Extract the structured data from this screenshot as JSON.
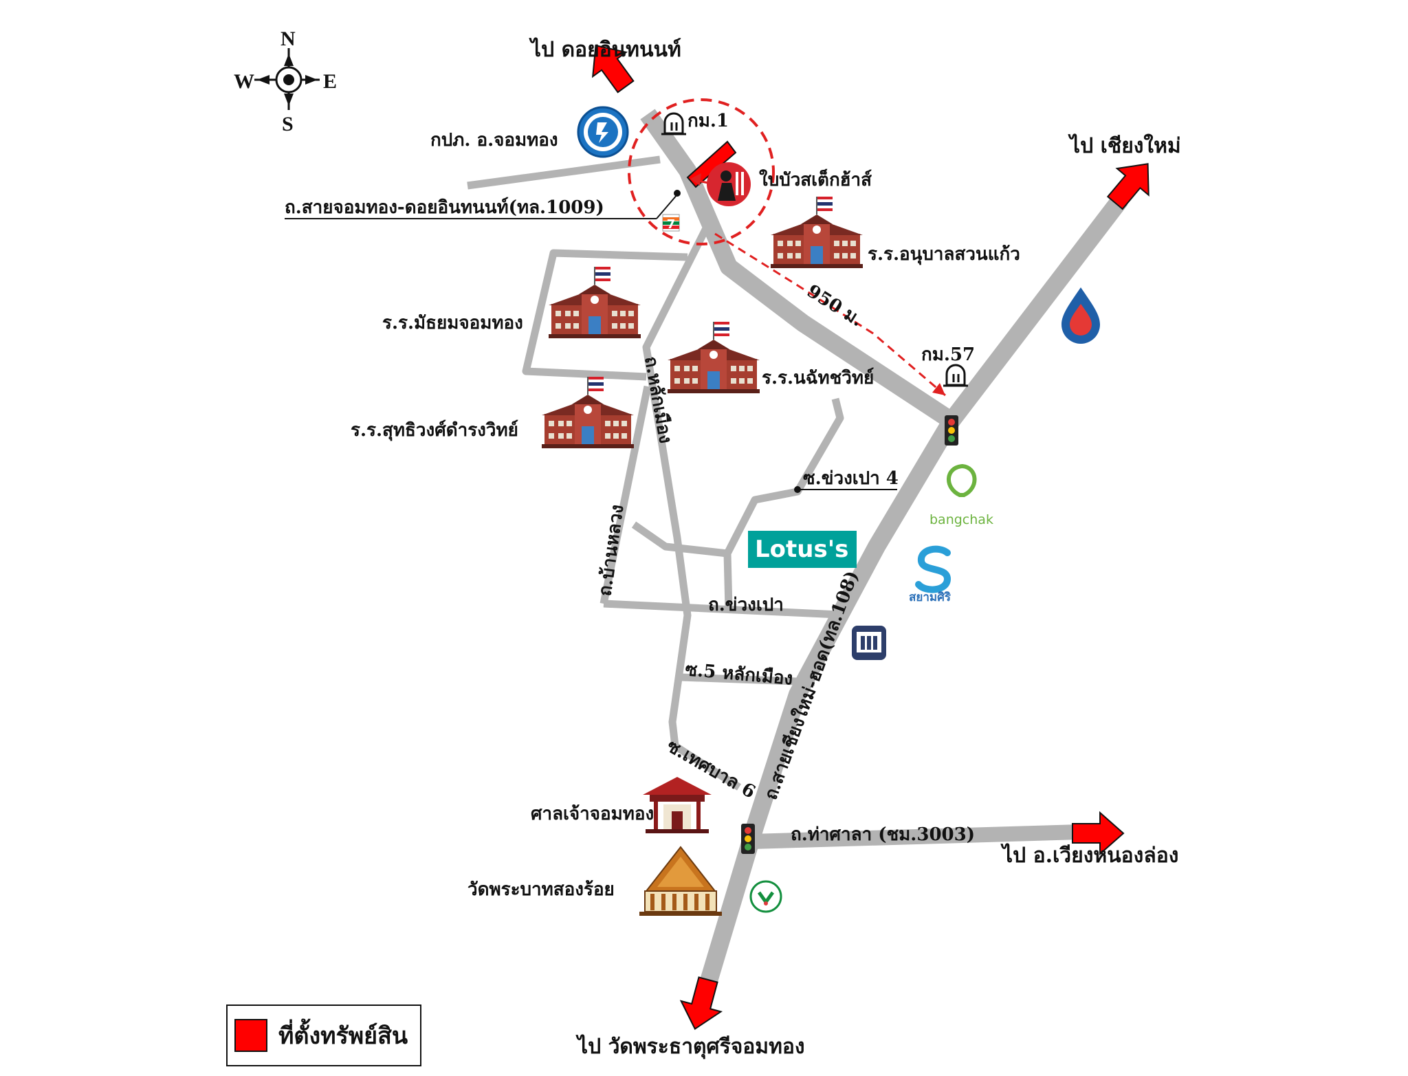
{
  "compass": {
    "north": "N",
    "south": "S",
    "east": "E",
    "west": "W"
  },
  "directions": {
    "doi_inthanon": "ไป ดอยอินทนนท์",
    "chiang_mai": "ไป เชียงใหม่",
    "wiang_nong_long": "ไป อ.เวียงหนองล่อง",
    "wat_phra_that": "ไป วัดพระธาตุศรีจอมทอง"
  },
  "roads": {
    "road_1009": "ถ.สายจอมทอง-ดอยอินทนนท์(ทล.1009)",
    "road_108": "ถ.สายเชียงใหม่-ฮอด(ทล.108)",
    "lak_mueang": "ถ.หลักเมือง",
    "ban_luang": "ถ.บ้านหลวง",
    "khuang_pao": "ถ.ข่วงเปา",
    "soi_khuang_pao_4": "ซ.ข่วงเปา 4",
    "soi_5_lak_mueang": "ซ.5 หลักเมือง",
    "soi_thetsaban_6": "ซ.เทศบาล 6",
    "tha_sala": "ถ.ท่าศาลา (ชม.3003)"
  },
  "markers": {
    "km1": "กม.1",
    "km57": "กม.57",
    "distance": "950 ม."
  },
  "places": {
    "pea": "กปภ. อ.จอมทอง",
    "restaurant": "ใบบัวสเต็กฮ้าส์",
    "school_anuban": "ร.ร.อนุบาลสวนแก้ว",
    "school_mathayom": "ร.ร.มัธยมจอมทอง",
    "school_nantha": "ร.ร.นฉัทชวิทย์",
    "school_suthiwong": "ร.ร.สุทธิวงศ์ดำรงวิทย์",
    "shrine": "ศาลเจ้าจอมทอง",
    "temple": "วัดพระบาทสองร้อย"
  },
  "brands": {
    "lotus": "Lotus's",
    "bangchak": "bangchak",
    "siam": "สยามศิริ"
  },
  "legend": {
    "label": "ที่ตั้งทรัพย์สิน"
  },
  "colors": {
    "road": "#b3b3b3",
    "arrow": "#ff0000",
    "lotus": "#00a19a",
    "bangchak": "#6cb33f",
    "siam": "#2a9fd8",
    "kbank": "#138f3e",
    "ptt": "#1f5fa8"
  }
}
